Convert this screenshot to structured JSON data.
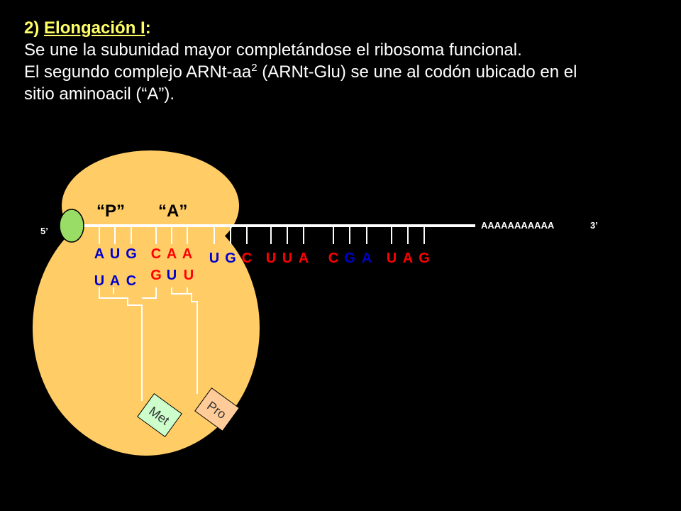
{
  "header": {
    "number": "2)",
    "title": "Elongación I",
    "colon": ":",
    "line1": "Se une la subunidad mayor completándose el ribosoma funcional.",
    "line2_prefix": "El segundo complejo ARNt-aa",
    "line2_sup": "2",
    "line2_suffix": " (ARNt-Glu) se une al codón ubicado en el",
    "line3": "sitio aminoacil (“A”)."
  },
  "colors": {
    "ribosome": "#ffcc66",
    "cap": "#99dd66",
    "red_base": "#ff0000",
    "blue_base": "#0000cc",
    "met_box": "#ccffcc",
    "pro_box": "#ffcc99",
    "strand": "#ffffff"
  },
  "diagram": {
    "site_p": "“P”",
    "site_a": "“A”",
    "five_prime": "5’",
    "three_prime": "3’",
    "poly_a": "AAAAAAAAAAA",
    "mrna_codons": [
      {
        "bases": [
          "A",
          "U",
          "G"
        ],
        "colors": [
          "blue",
          "blue",
          "blue"
        ]
      },
      {
        "bases": [
          "C",
          "A",
          "A"
        ],
        "colors": [
          "red",
          "red",
          "red"
        ]
      },
      {
        "bases": [
          "U",
          "G",
          "C"
        ],
        "colors": [
          "blue",
          "blue",
          "red"
        ]
      },
      {
        "bases": [
          "U",
          "U",
          "A"
        ],
        "colors": [
          "red",
          "red",
          "red"
        ]
      },
      {
        "bases": [
          "C",
          "G",
          "A"
        ],
        "colors": [
          "red",
          "blue",
          "blue"
        ]
      },
      {
        "bases": [
          "U",
          "A",
          "G"
        ],
        "colors": [
          "red",
          "red",
          "red"
        ]
      }
    ],
    "anticodons": [
      {
        "bases": [
          "U",
          "A",
          "C"
        ],
        "colors": [
          "blue",
          "blue",
          "blue"
        ]
      },
      {
        "bases": [
          "G",
          "U",
          "U"
        ],
        "colors": [
          "red",
          "blue",
          "red"
        ]
      }
    ],
    "amino_acids": [
      "Met",
      "Pro"
    ]
  }
}
